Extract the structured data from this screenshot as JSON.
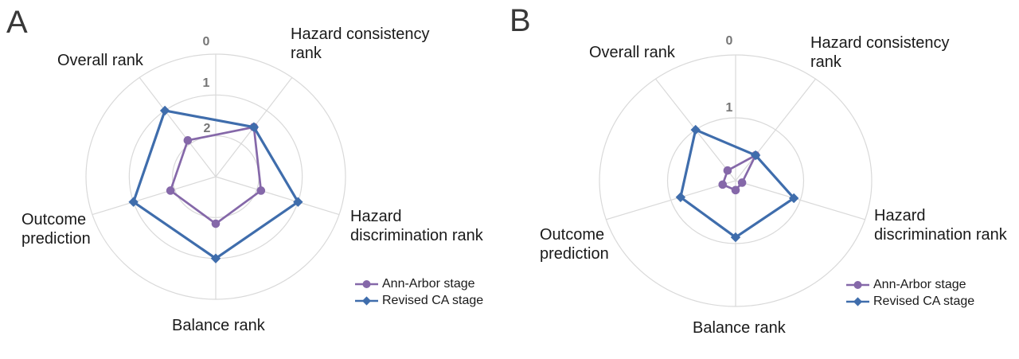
{
  "page": {
    "panel_a_label": "A",
    "panel_b_label": "B"
  },
  "style": {
    "background": "#ffffff",
    "grid_color": "#d9d9d9",
    "tick_color": "#767676",
    "text_color": "#1a1a1a",
    "ann_arbor_color": "#8568a9",
    "revised_ca_color": "#3f6dac"
  },
  "chart_data": [
    {
      "type": "radar",
      "panel": "A",
      "categories": [
        "Overall rank",
        "Hazard consistency rank",
        "Hazard discrimination rank",
        "Balance rank",
        "Outcome prediction"
      ],
      "category_labels_display": [
        "Overall rank",
        "Hazard consistency\nrank",
        "Hazard\ndiscrimination rank",
        "Balance rank",
        "Outcome\nprediction"
      ],
      "axis": {
        "tick_labels": [
          "0",
          "1",
          "2"
        ],
        "outer_value": 0,
        "center_value": 3,
        "direction": "reversed: 0 at outer ring, increasing toward center",
        "grid": "concentric ellipses with radial spokes"
      },
      "series": [
        {
          "name": "Ann-Arbor stage",
          "color": "#8568a9",
          "marker": "circle",
          "values": [
            1.9,
            1.5,
            1.9,
            1.85,
            1.9
          ]
        },
        {
          "name": "Revised CA stage",
          "color": "#3f6dac",
          "marker": "diamond",
          "values": [
            1.0,
            1.5,
            1.0,
            1.0,
            1.0
          ]
        }
      ],
      "legend": {
        "position": "bottom-right",
        "entries": [
          "Ann-Arbor stage",
          "Revised CA stage"
        ]
      }
    },
    {
      "type": "radar",
      "panel": "B",
      "categories": [
        "Overall rank",
        "Hazard consistency rank",
        "Hazard discrimination rank",
        "Balance rank",
        "Outcome prediction"
      ],
      "category_labels_display": [
        "Overall rank",
        "Hazard consistency\nrank",
        "Hazard\ndiscrimination rank",
        "Balance rank",
        "Outcome\nprediction"
      ],
      "axis": {
        "tick_labels": [
          "0",
          "1"
        ],
        "outer_value": 0,
        "center_value": 2,
        "direction": "reversed: 0 at outer ring, increasing toward center",
        "grid": "concentric ellipses with radial spokes"
      },
      "series": [
        {
          "name": "Ann-Arbor stage",
          "color": "#8568a9",
          "marker": "circle",
          "values": [
            1.8,
            1.5,
            1.9,
            1.85,
            1.8
          ]
        },
        {
          "name": "Revised CA stage",
          "color": "#3f6dac",
          "marker": "diamond",
          "values": [
            1.0,
            1.5,
            1.1,
            1.1,
            1.15
          ]
        }
      ],
      "legend": {
        "position": "bottom-right",
        "entries": [
          "Ann-Arbor stage",
          "Revised CA stage"
        ]
      }
    }
  ]
}
